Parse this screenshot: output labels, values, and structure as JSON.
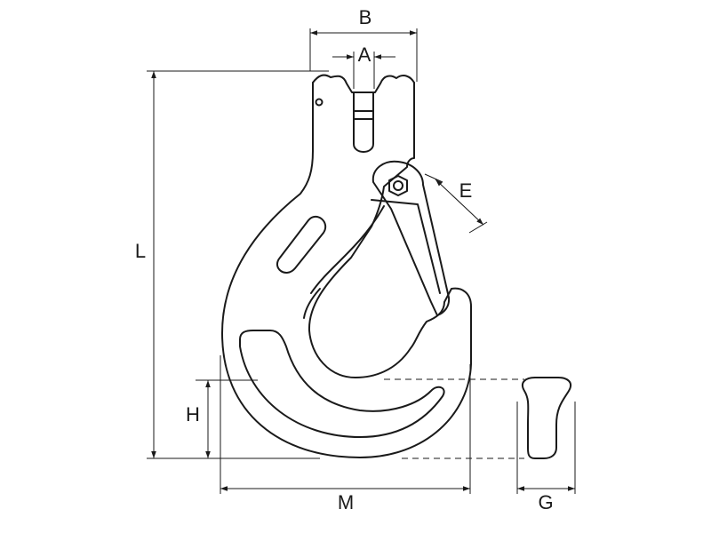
{
  "dimensions": {
    "A": "A",
    "B": "B",
    "E": "E",
    "L": "L",
    "H": "H",
    "M": "M",
    "G": "G"
  },
  "colors": {
    "line": "#1a1a1a",
    "background": "#ffffff"
  }
}
